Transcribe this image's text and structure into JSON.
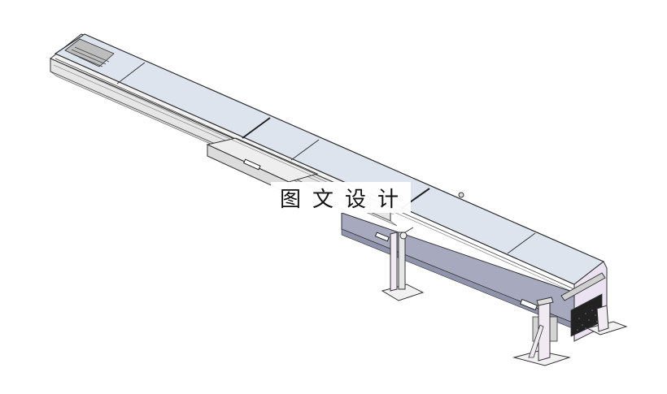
{
  "watermark": {
    "text": "图文设计"
  },
  "colors": {
    "belt_top": "#dde4ee",
    "belt_edge": "#2b2b2b",
    "side_frame": "#a7aabf",
    "side_frame_dark": "#8f93ab",
    "end_cover": "#ece3f2",
    "rail": "#e9e9e9",
    "base_plate": "#f1f1f1",
    "leg": "#f2eaf3"
  },
  "drawing": {
    "subject": "telescopic-belt-conveyor",
    "parts": [
      "belt-section-1",
      "belt-section-2",
      "belt-section-3",
      "drive-end-housing",
      "front-support-leg",
      "rear-support-stand",
      "lift-cylinder",
      "carriage"
    ]
  }
}
